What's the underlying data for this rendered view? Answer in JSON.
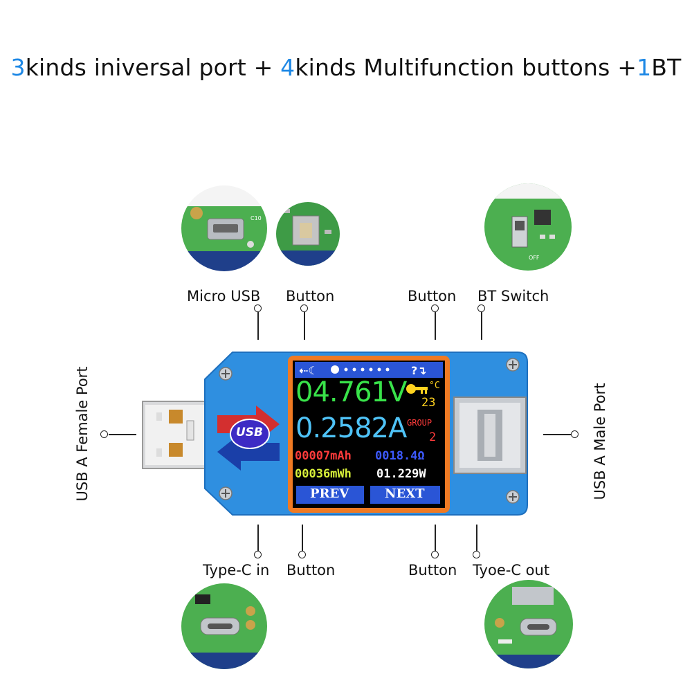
{
  "headline": {
    "n1": "3",
    "t1": "kinds iniversal port + ",
    "n2": "4",
    "t2": "kinds Multifunction buttons +",
    "n3": "1",
    "t3": "BT"
  },
  "labels": {
    "micro_usb": "Micro USB",
    "button_top_left": "Button",
    "button_top_right": "Button",
    "bt_switch": "BT Switch",
    "type_c_in": "Type-C in",
    "button_bottom_left": "Button",
    "button_bottom_right": "Button",
    "type_c_out": "Tyoe-C out",
    "usb_female": "USB A Female Port",
    "usb_male": "USB A Male Port"
  },
  "device": {
    "logo": "USB",
    "screen": {
      "voltage": "04.761V",
      "temp_unit": "°C",
      "temp": "23",
      "current": "0.2582A",
      "group_label": "GROUP",
      "group": "2",
      "capacity": "00007mAh",
      "resistance": "0018.4Ω",
      "energy": "00036mWh",
      "power": "01.229W",
      "prev": "PREV",
      "next": "NEXT"
    }
  },
  "colors": {
    "accent": "#1e88e5",
    "board": "#2f8fe0",
    "voltage": "#39e34a",
    "current": "#4fc3f7",
    "capacity": "#ff3b3b",
    "resistance": "#3d5afe",
    "energy": "#d8f03a",
    "power": "#ffffff",
    "temp": "#ffd21f",
    "group": "#ff3b3b"
  }
}
